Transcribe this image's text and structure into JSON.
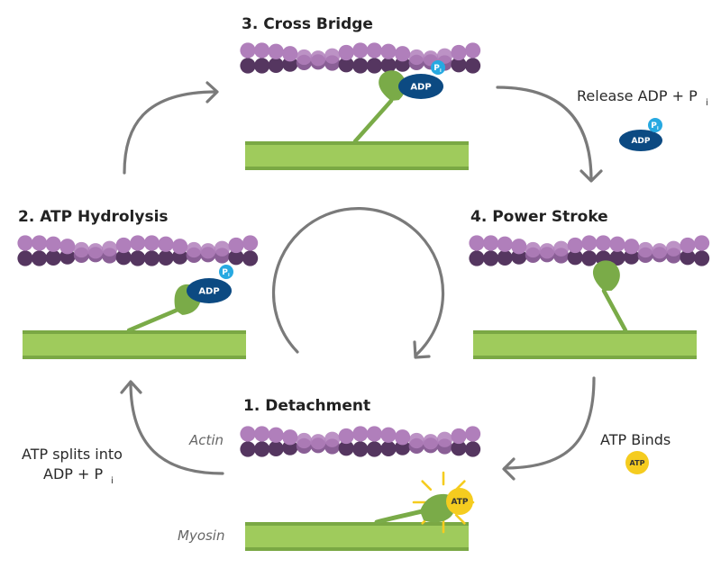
{
  "diagram": {
    "title": "Cross-bridge cycle of muscle contraction",
    "colors": {
      "actin_light": "#b07fbb",
      "actin_dark": "#553660",
      "actin_mid": "#8a5f96",
      "myosin_filament": "#9fcb5c",
      "myosin_filament_edge": "#7aa844",
      "myosin_head": "#7aab48",
      "adp": "#0c4a82",
      "phosphate": "#27a9e1",
      "atp": "#f5cc1f",
      "atp_burst": "#f5cc1f",
      "arrow": "#7a7a7a"
    },
    "stages": [
      {
        "id": "detachment",
        "number": "1.",
        "title": "1. Detachment",
        "head_state": "lying flat, bound to ATP, detached from actin",
        "bound_molecules": [
          "ATP"
        ]
      },
      {
        "id": "atp-hydrolysis",
        "number": "2.",
        "title": "2. ATP Hydrolysis",
        "head_state": "cocked, holding ADP + Pi",
        "bound_molecules": [
          "ADP",
          "Pi"
        ]
      },
      {
        "id": "cross-bridge",
        "number": "3.",
        "title": "3. Cross Bridge",
        "head_state": "attached to actin, holding ADP + Pi",
        "bound_molecules": [
          "ADP",
          "Pi"
        ]
      },
      {
        "id": "power-stroke",
        "number": "4.",
        "title": "4. Power Stroke",
        "head_state": "pivoted, attached to actin",
        "bound_molecules": []
      }
    ],
    "transitions": [
      {
        "from": "cross-bridge",
        "to": "power-stroke",
        "label_main": "Release ADP + P",
        "label_sub": "i",
        "chips": [
          "ADP",
          "P"
        ]
      },
      {
        "from": "power-stroke",
        "to": "detachment",
        "label_main": "ATP Binds",
        "label_sub": "",
        "chips": [
          "ATP"
        ]
      },
      {
        "from": "detachment",
        "to": "atp-hydrolysis",
        "label_line1": "ATP splits into",
        "label_main": "ADP + P",
        "label_sub": "i"
      },
      {
        "from": "atp-hydrolysis",
        "to": "cross-bridge"
      }
    ],
    "filament_labels": {
      "actin": "Actin",
      "myosin": "Myosin"
    },
    "molecule_labels": {
      "adp": "ADP",
      "atp": "ATP",
      "phosphate": "P",
      "phosphate_sub": "i"
    },
    "center_cycle_arrow": "clockwise"
  }
}
